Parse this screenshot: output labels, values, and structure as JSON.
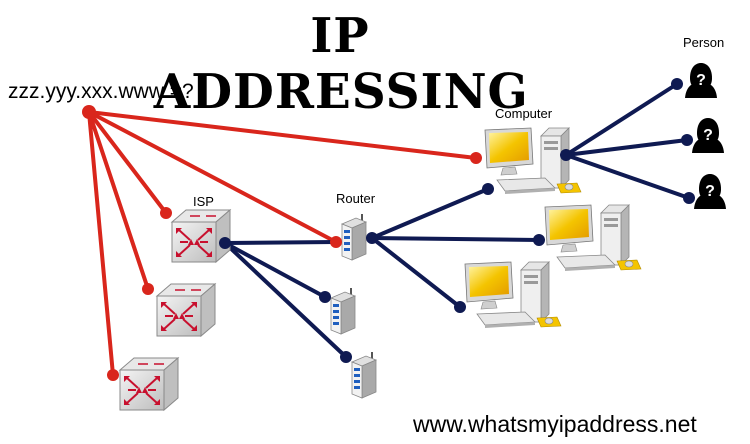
{
  "title": "IP ADDRESSING",
  "ip_question": "zzz.yyy.xxx.www =?",
  "labels": {
    "isp": "ISP",
    "router": "Router",
    "computer": "Computer",
    "person": "Person"
  },
  "person_glyph": "?",
  "footer": "www.whatsmyipaddress.net",
  "colors": {
    "red_link": "#d9261c",
    "navy_link": "#0f1a52",
    "screen_yellow": "#f4c400",
    "device_gray": "#d4d4d4",
    "modem_blue": "#1f5fbf",
    "arrow_red": "#c8102e"
  },
  "icons": [
    "switch-icon",
    "router-icon",
    "modem-icon",
    "computer-icon",
    "person-icon"
  ]
}
